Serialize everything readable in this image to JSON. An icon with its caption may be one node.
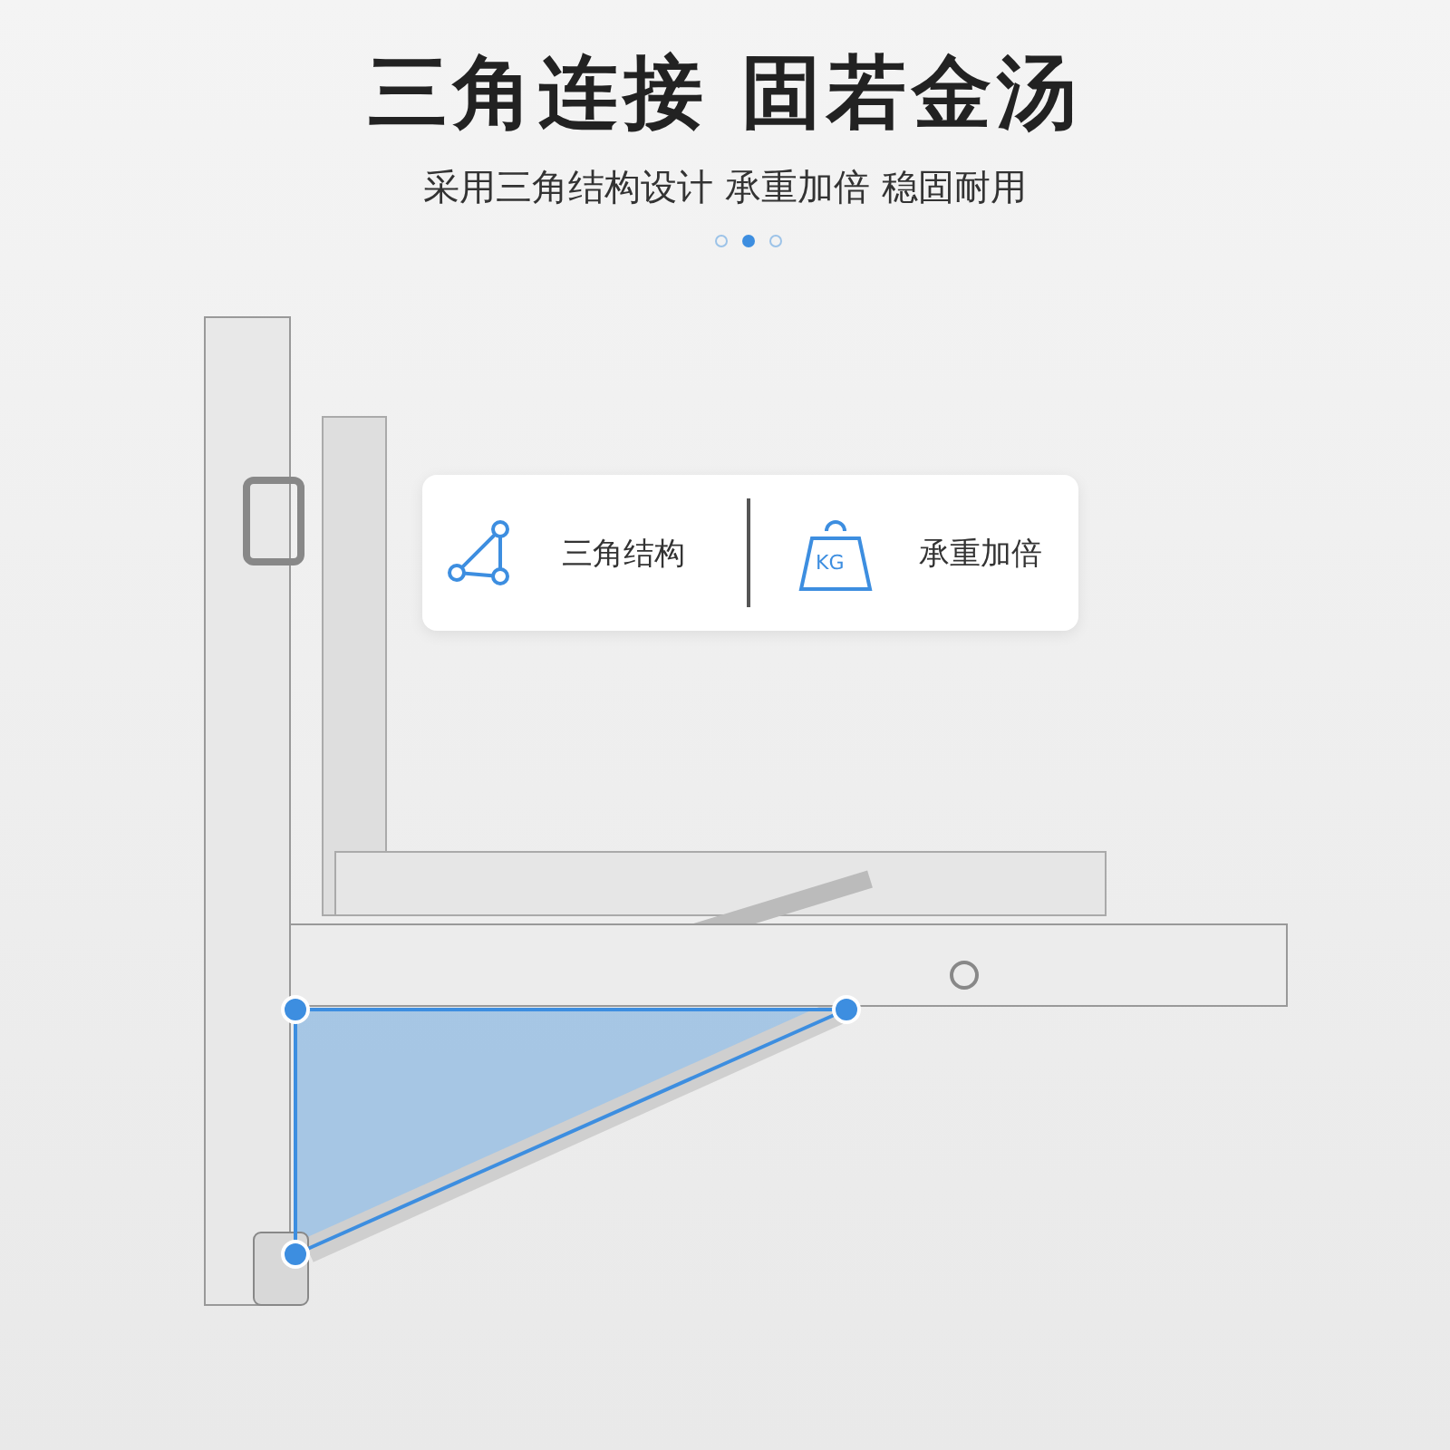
{
  "diagram": {
    "title": "三角连接 固若金汤",
    "labels": [
      "采用三角结构设计 承重加倍 稳固耐用",
      "三角结构",
      "KG",
      "承重加倍"
    ]
  }
}
